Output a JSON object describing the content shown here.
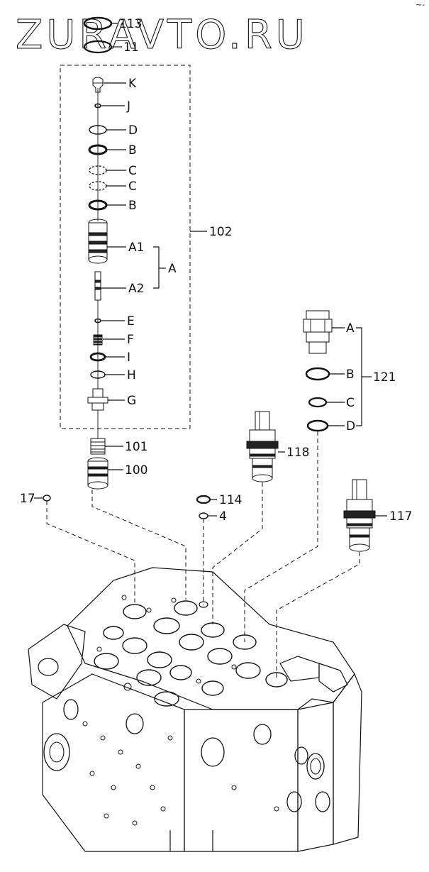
{
  "watermark": "ZURAVTO.RU",
  "corner_mark": "~-",
  "colors": {
    "ink": "#111111",
    "paper": "#ffffff"
  },
  "labels": {
    "p113": "113",
    "p11": "11",
    "K": "K",
    "J": "J",
    "D": "D",
    "B1": "B",
    "C1": "C",
    "C2": "C",
    "B2": "B",
    "A1": "A1",
    "A": "A",
    "A2": "A2",
    "E": "E",
    "F": "F",
    "I": "I",
    "H": "H",
    "G": "G",
    "p102": "102",
    "p101": "101",
    "p100": "100",
    "p17": "17",
    "p114": "114",
    "p4": "4",
    "p118": "118",
    "p117": "117",
    "r_A": "A",
    "r_B": "B",
    "r_C": "C",
    "r_D": "D",
    "p121": "121"
  }
}
